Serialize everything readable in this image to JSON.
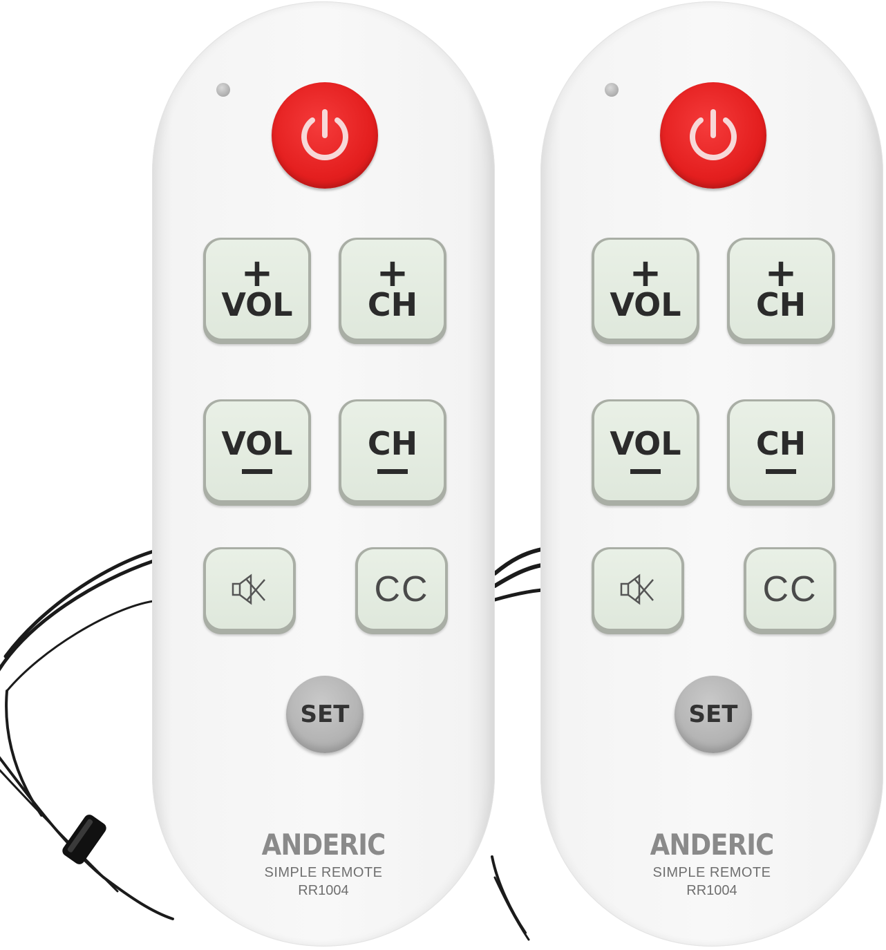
{
  "remotes": [
    {
      "buttons": {
        "vol_up": {
          "sign": "+",
          "label": "VOL"
        },
        "ch_up": {
          "sign": "+",
          "label": "CH"
        },
        "vol_down": {
          "label": "VOL"
        },
        "ch_down": {
          "label": "CH"
        },
        "cc": "CC",
        "set": "SET"
      },
      "brand": "ANDERIC",
      "product_line": "SIMPLE REMOTE",
      "model": "RR1004"
    },
    {
      "buttons": {
        "vol_up": {
          "sign": "+",
          "label": "VOL"
        },
        "ch_up": {
          "sign": "+",
          "label": "CH"
        },
        "vol_down": {
          "label": "VOL"
        },
        "ch_down": {
          "label": "CH"
        },
        "cc": "CC",
        "set": "SET"
      },
      "brand": "ANDERIC",
      "product_line": "SIMPLE REMOTE",
      "model": "RR1004"
    }
  ],
  "icons": {
    "power": "power-icon",
    "mute": "mute-icon"
  },
  "colors": {
    "power_button": "#e41f1f",
    "button_face": "#e2eadf",
    "remote_body": "#f6f6f6",
    "lanyard": "#1a1a1a"
  }
}
